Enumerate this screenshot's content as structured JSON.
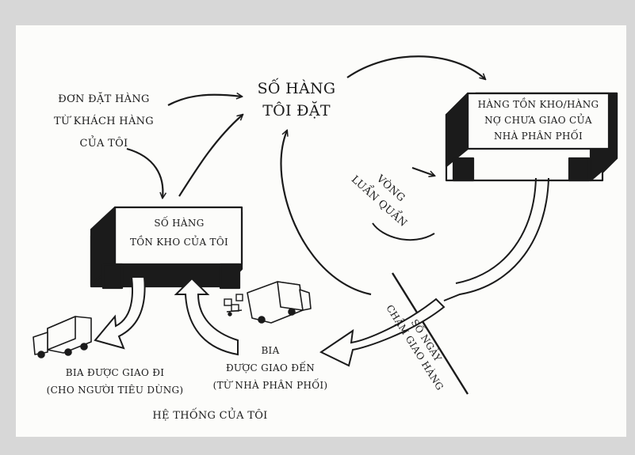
{
  "colors": {
    "frame": "#d7d7d7",
    "panel": "#fcfcfa",
    "ink": "#1b1b1b"
  },
  "labels": {
    "customer_orders": [
      "ĐƠN ĐẶT HÀNG",
      "TỪ KHÁCH HÀNG",
      "CỦA TÔI"
    ],
    "my_order_qty": [
      "SỐ HÀNG",
      "TÔI ĐẶT"
    ],
    "distributor_inventory": [
      "HÀNG TỒN KHO/HÀNG",
      "NỢ CHƯA GIAO CỦA",
      "NHÀ PHÂN PHỐI"
    ],
    "vicious_circle": [
      "VÒNG",
      "LUẨN QUẨN"
    ],
    "my_inventory": [
      "SỐ HÀNG",
      "TỒN KHO CỦA TÔI"
    ],
    "delay_days": [
      "SỐ NGÀY",
      "CHẬM GIAO HÀNG"
    ],
    "beer_delivered_out": [
      "BIA ĐƯỢC GIAO ĐI",
      "(CHO NGƯỜI TIÊU DÙNG)"
    ],
    "beer_delivered_in": [
      "BIA",
      "ĐƯỢC GIAO ĐẾN",
      "(TỪ NHÀ PHÂN PHỐI)"
    ],
    "my_system": "HỆ THỐNG CỦA TÔI"
  }
}
